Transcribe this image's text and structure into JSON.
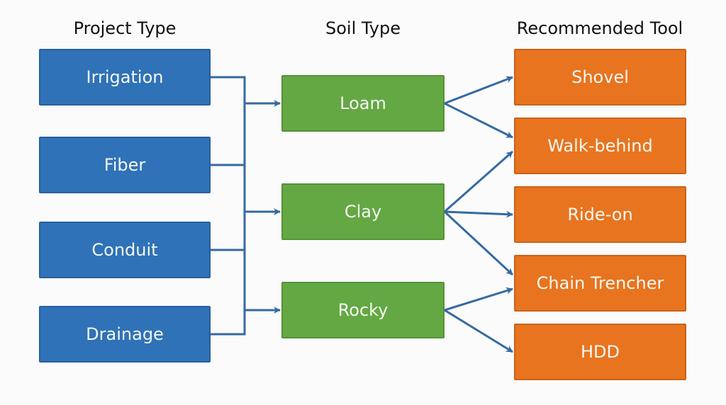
{
  "columns": [
    {
      "title": "Project Type",
      "nodes": [
        "Irrigation",
        "Fiber",
        "Conduit",
        "Drainage"
      ]
    },
    {
      "title": "Soil Type",
      "nodes": [
        "Loam",
        "Clay",
        "Rocky"
      ]
    },
    {
      "title": "Recommended Tool",
      "nodes": [
        "Shovel",
        "Walk-behind",
        "Ride-on",
        "Chain Trencher",
        "HDD"
      ]
    }
  ],
  "colors": {
    "project": "#2f72b8",
    "soil": "#64a844",
    "tool": "#e8741f",
    "connector": "#356aa0"
  },
  "edges_project_to_soil": "all project types merge into a shared bus feeding every soil type",
  "edges_soil_to_tool": [
    [
      "Loam",
      "Shovel"
    ],
    [
      "Loam",
      "Walk-behind"
    ],
    [
      "Clay",
      "Walk-behind"
    ],
    [
      "Clay",
      "Ride-on"
    ],
    [
      "Clay",
      "Chain Trencher"
    ],
    [
      "Rocky",
      "Chain Trencher"
    ],
    [
      "Rocky",
      "HDD"
    ]
  ]
}
